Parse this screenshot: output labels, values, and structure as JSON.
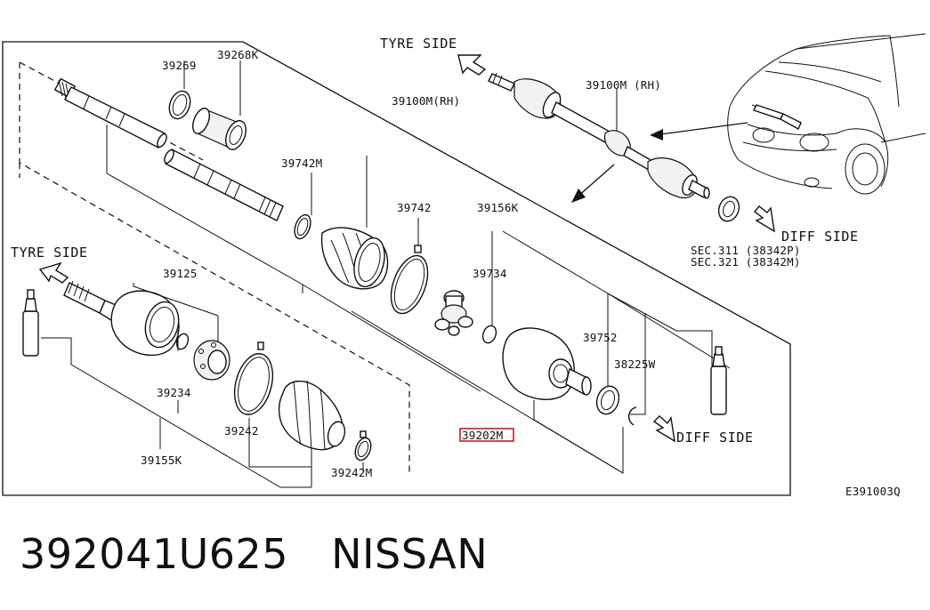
{
  "diagram": {
    "labels": {
      "tyre_side_top": "TYRE SIDE",
      "tyre_side_left": "TYRE SIDE",
      "diff_side_right": "DIFF SIDE",
      "diff_side_bottom": "DIFF SIDE",
      "sec_311": "SEC.311 (38342P)",
      "sec_321": "SEC.321 (38342M)",
      "p39100m_rh_top": "39100M (RH)",
      "p39100m_rh": "39100M(RH)",
      "p39269": "39269",
      "p39268k": "39268K",
      "p39742m": "39742M",
      "p39742": "39742",
      "p39156k": "39156K",
      "p39734": "39734",
      "p39752": "39752",
      "p38225w": "38225W",
      "p39125": "39125",
      "p39234": "39234",
      "p39242": "39242",
      "p39155k": "39155K",
      "p39242m": "39242M",
      "p39202m": "39202M",
      "figure_code": "E391003Q"
    },
    "highlight_color": "#d9141c"
  },
  "footer": {
    "part_number": "392041U625",
    "brand": "NISSAN"
  }
}
